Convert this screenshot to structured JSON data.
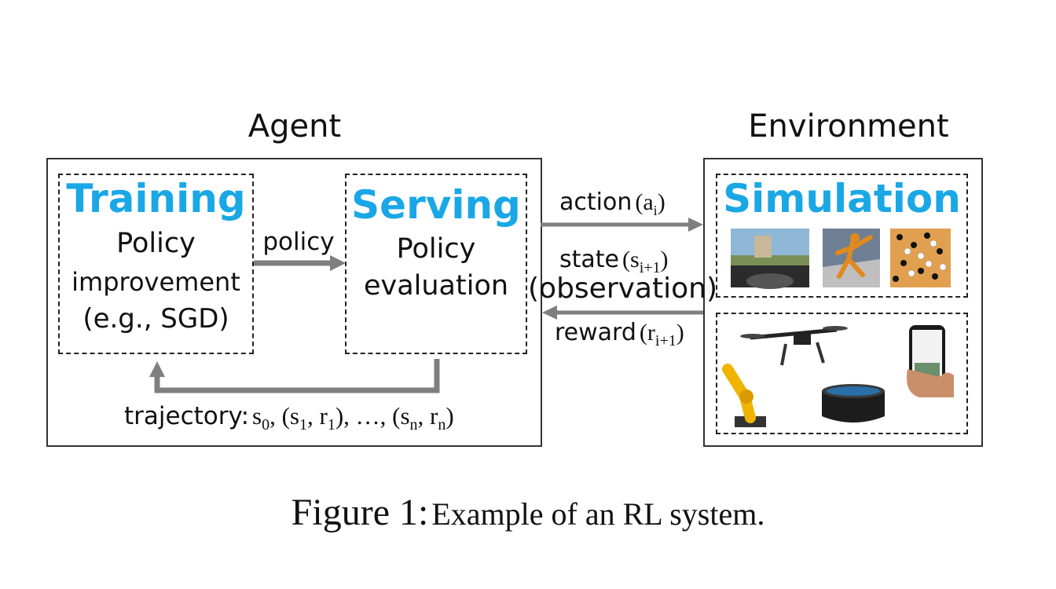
{
  "agent": {
    "title": "Agent",
    "training": {
      "heading": "Training",
      "line1": "Policy",
      "line2": "improvement",
      "line3": "(e.g., SGD)"
    },
    "serving": {
      "heading": "Serving",
      "line1": "Policy",
      "line2": "evaluation"
    },
    "policy_label": "policy",
    "trajectory_label": "trajectory:",
    "trajectory_formula": "s0, (s1, r1), …, (sn, rn)"
  },
  "environment": {
    "title": "Environment",
    "simulation": {
      "heading": "Simulation"
    }
  },
  "arrows": {
    "action": {
      "word": "action",
      "sym": "a",
      "sub": "i"
    },
    "state": {
      "word": "state",
      "sym": "s",
      "sub": "i+1"
    },
    "observation": "(observation)",
    "reward": {
      "word": "reward",
      "sym": "r",
      "sub": "i+1"
    }
  },
  "caption": {
    "label": "Figure 1:",
    "text": "Example of an RL system."
  },
  "colors": {
    "accent": "#1aa7e6",
    "arrow": "#7f7f7f",
    "border": "#333333"
  }
}
